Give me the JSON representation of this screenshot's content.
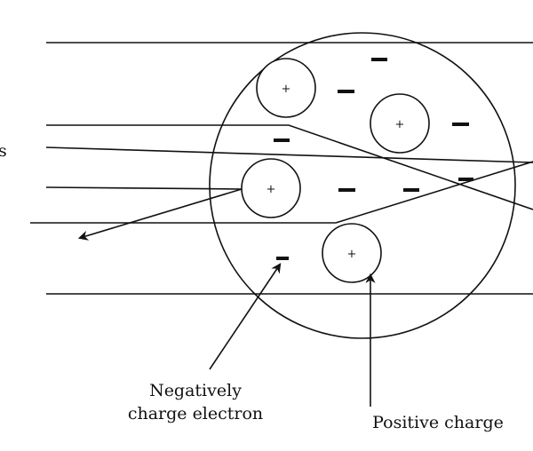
{
  "atom": {
    "positive_symbol": "+",
    "negative_symbol": "−"
  },
  "captions": {
    "electron_line1": "Negatively",
    "electron_line2": "charge electron",
    "positive": "Positive charge"
  },
  "edge_fragment": "s"
}
